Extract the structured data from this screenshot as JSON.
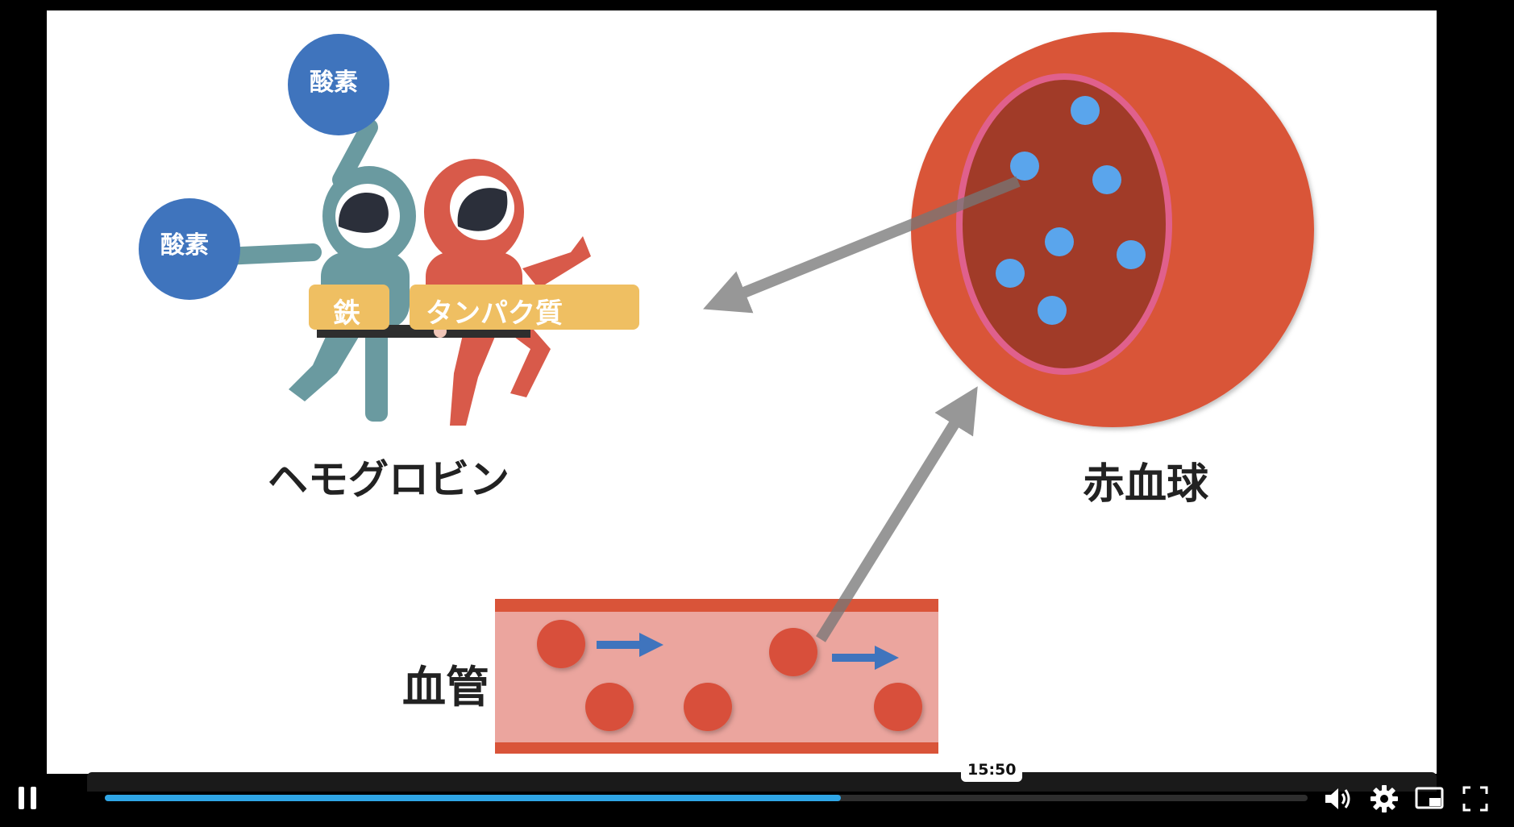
{
  "slide": {
    "hemoglobin_label": "ヘモグロビン",
    "oxygen_label_top": "酸素",
    "oxygen_label_left": "酸素",
    "iron_label": "鉄",
    "protein_label": "タンパク質",
    "rbc_label": "赤血球",
    "vessel_label": "血管"
  },
  "player": {
    "time_tooltip": "15:50",
    "progress": 0.612,
    "accent_color": "#2fa6e6",
    "icons": [
      "pause-icon",
      "volume-icon",
      "gear-icon",
      "pip-icon",
      "fullscreen-icon"
    ]
  }
}
